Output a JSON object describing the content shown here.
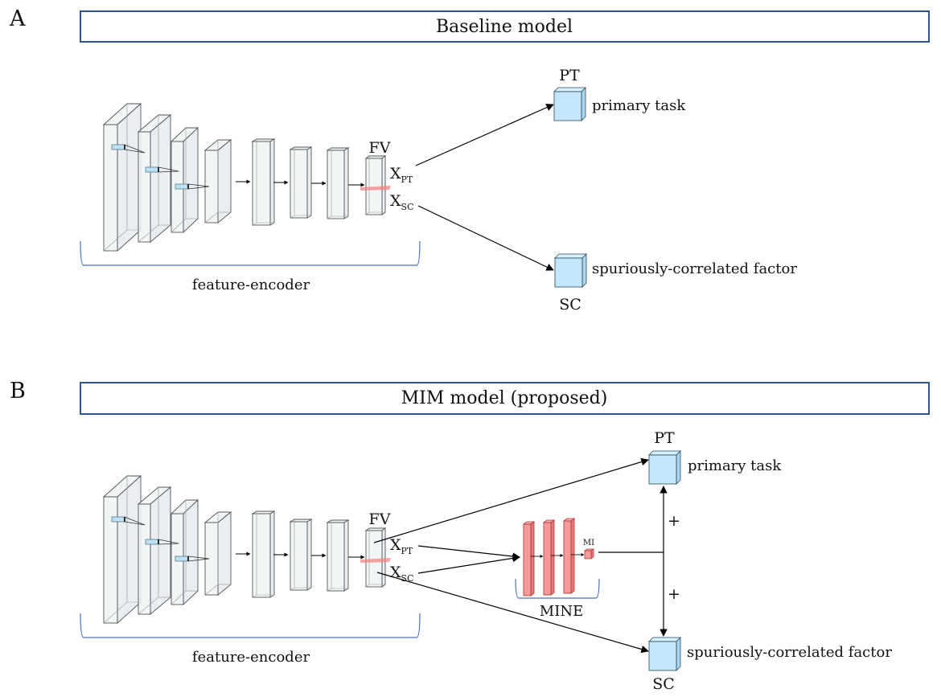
{
  "panels": [
    {
      "letter": "A",
      "title": "Baseline model",
      "feature_vector_label": "FV",
      "x_pt": {
        "main": "X",
        "sub": "PT"
      },
      "x_sc": {
        "main": "X",
        "sub": "SC"
      },
      "encoder_label": "feature-encoder",
      "pt_node": {
        "label": "PT",
        "description": "primary task"
      },
      "sc_node": {
        "label": "SC",
        "description": "spuriously-correlated factor"
      }
    },
    {
      "letter": "B",
      "title": "MIM model (proposed)",
      "feature_vector_label": "FV",
      "x_pt": {
        "main": "X",
        "sub": "PT"
      },
      "x_sc": {
        "main": "X",
        "sub": "SC"
      },
      "encoder_label": "feature-encoder",
      "mine_label": "MINE",
      "mi_label": "MI",
      "plus_top": "+",
      "plus_bottom": "+",
      "pt_node": {
        "label": "PT",
        "description": "primary task"
      },
      "sc_node": {
        "label": "SC",
        "description": "spuriously-correlated factor"
      }
    }
  ],
  "colors": {
    "title_border": "#2f5590",
    "brace": "#4a72b8",
    "layer_fill": "#eef3f5",
    "layer_stroke": "#555555",
    "kernel_fill": "#bde0f5",
    "output_fill": "#c4e6fb",
    "output_stroke": "#2a4a5a",
    "mine_fill": "#f59a9a",
    "mine_stroke": "#b03030",
    "feature_slice": "#f47c7c"
  }
}
